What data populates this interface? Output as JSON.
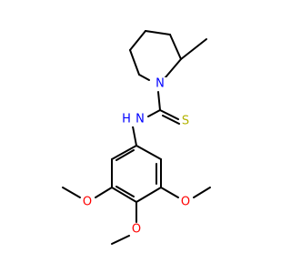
{
  "molecule": {
    "atoms": {
      "ring_n": {
        "label": "N",
        "color": "#0000ff"
      },
      "amide_n": {
        "label": "N",
        "color": "#0000ff"
      },
      "amide_h": {
        "label": "H",
        "color": "#0000ff"
      },
      "thione_s": {
        "label": "S",
        "color": "#b2b200"
      },
      "o_left": {
        "label": "O",
        "color": "#ff0000"
      },
      "o_right": {
        "label": "O",
        "color": "#ff0000"
      },
      "o_bottom": {
        "label": "O",
        "color": "#ff0000"
      }
    },
    "bond_color": "#000000"
  }
}
